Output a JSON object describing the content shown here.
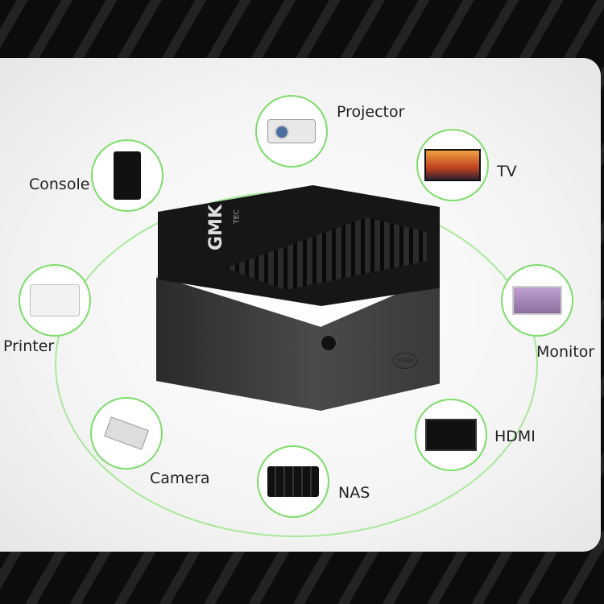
{
  "product": {
    "brand_logo": "GMK",
    "brand_sub": "TEC",
    "badge": "intel"
  },
  "devices": [
    {
      "label": "Projector",
      "icon": "projector-icon"
    },
    {
      "label": "TV",
      "icon": "tv-icon"
    },
    {
      "label": "Monitor",
      "icon": "monitor-icon"
    },
    {
      "label": "HDMI",
      "icon": "hdmi-display-icon"
    },
    {
      "label": "NAS",
      "icon": "nas-icon"
    },
    {
      "label": "Camera",
      "icon": "camera-icon"
    },
    {
      "label": "Printer",
      "icon": "printer-icon"
    },
    {
      "label": "Console",
      "icon": "console-icon"
    }
  ],
  "colors": {
    "ring": "#7fdc6c",
    "background": "#0c0c0c"
  }
}
